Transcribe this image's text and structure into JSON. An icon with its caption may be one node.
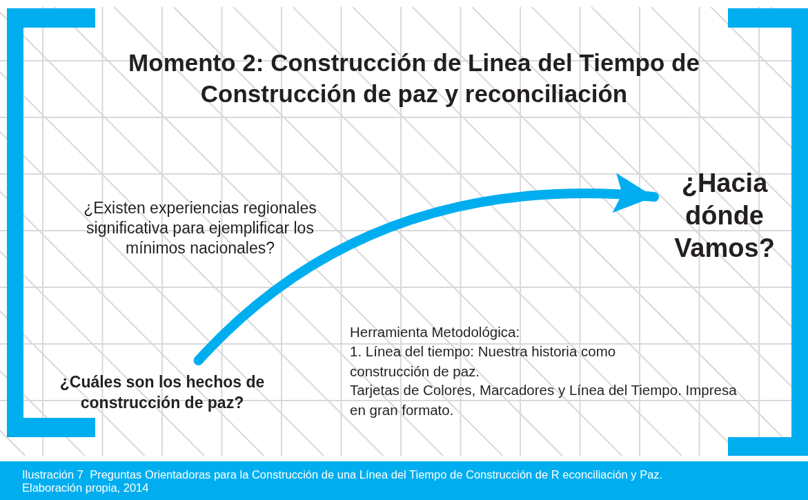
{
  "diagram": {
    "title": "Momento 2: Construcción de Linea del Tiempo de Construcción de paz y reconciliación",
    "caption": "Ilustración 7  Preguntas Orientadoras para la Construcción de una Línea del Tiempo de Construcción de R econciliación y Paz. Elaboración propia, 2014",
    "nodes": [
      {
        "text": [
          "¿Cuáles son los hechos de construcción de paz?"
        ]
      },
      {
        "text": [
          "¿Hacia dónde Vamos?"
        ]
      }
    ],
    "edges": [
      {
        "from": 0,
        "to": 1,
        "arrow": "to"
      }
    ],
    "labels": [
      "¿Existen experiencias regionales significativa para ejemplificar los mínimos nacionales?",
      "Herramienta Metodológica:",
      "1. Línea del tiempo: Nuestra historia como construcción de paz.",
      "Tarjetas de Colores, Marcadores y Línea del Tiempo. Impresa en gran formato."
    ]
  }
}
